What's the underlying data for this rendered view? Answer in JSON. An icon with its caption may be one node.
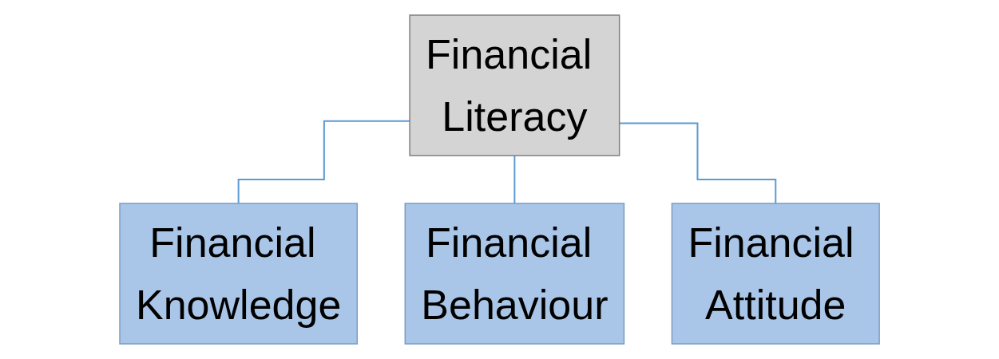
{
  "diagram": {
    "nodes": [
      {
        "text": [
          "Financial Literacy"
        ]
      },
      {
        "text": [
          "Financial Knowledge"
        ]
      },
      {
        "text": [
          "Financial Behaviour"
        ]
      },
      {
        "text": [
          "Financial Attitude"
        ]
      }
    ],
    "edges": [
      {
        "from": 0,
        "to": 1,
        "arrow": "none"
      },
      {
        "from": 0,
        "to": 2,
        "arrow": "none"
      },
      {
        "from": 0,
        "to": 3,
        "arrow": "none"
      }
    ]
  }
}
